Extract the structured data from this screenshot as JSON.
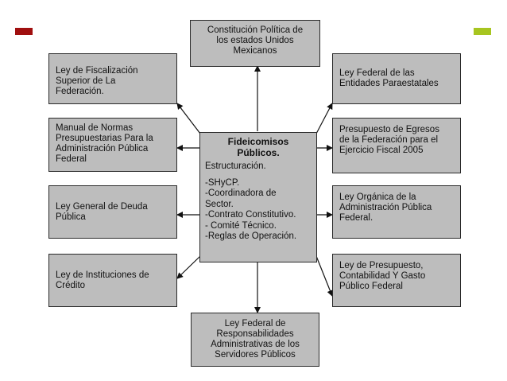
{
  "accent_colors": {
    "left_bar": "#a00f0f",
    "right_bar": "#a7c520"
  },
  "boxes": {
    "top": [
      "Constitución Política de",
      "los estados Unidos",
      "Mexicanos"
    ],
    "bottom": [
      "Ley Federal de",
      "Responsabilidades",
      "Administrativas de los",
      "Servidores Públicos"
    ],
    "left1": [
      "Ley de Fiscalización",
      "Superior de La",
      "Federación."
    ],
    "left2": [
      "Manual  de Normas",
      "Presupuestarias  Para la",
      "Administración Pública",
      "Federal"
    ],
    "left3": [
      "Ley General de Deuda",
      "Pública"
    ],
    "left4": [
      "Ley de Instituciones de",
      "Crédito"
    ],
    "right1": [
      "Ley Federal de las",
      "Entidades Paraestatales"
    ],
    "right2": [
      "Presupuesto de Egresos",
      "de la Federación para el",
      "Ejercicio Fiscal  2005"
    ],
    "right3": [
      "Ley Orgánica de la",
      "Administración Pública",
      "Federal."
    ],
    "right4": [
      "Ley de Presupuesto,",
      "Contabilidad Y Gasto",
      "Público Federal"
    ]
  },
  "center": {
    "title": [
      "Fideicomisos",
      "Públicos."
    ],
    "lines": [
      "Estructuración.",
      "",
      "-SHyCP.",
      "-Coordinadora de",
      "Sector.",
      "-Contrato Constitutivo.",
      "- Comité Técnico.",
      "-Reglas de Operación."
    ]
  }
}
